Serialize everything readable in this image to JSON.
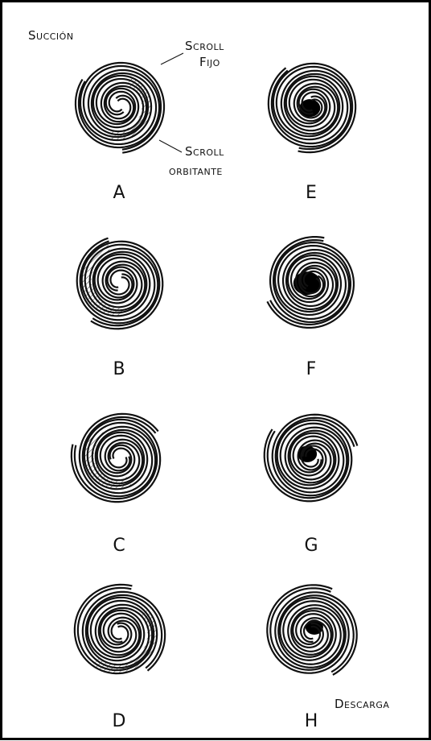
{
  "annotations": {
    "suction": "Succión",
    "fixed_scroll_line1": "Scroll",
    "fixed_scroll_line2": "Fijo",
    "orbiting_scroll_line1": "Scroll",
    "orbiting_scroll_line2": "orbitante",
    "discharge": "Descarga"
  },
  "panels": [
    {
      "label": "A",
      "pocket": "hatched-crescent-outer"
    },
    {
      "label": "B",
      "pocket": "hatched-crescent-lower"
    },
    {
      "label": "C",
      "pocket": "hatched-crescent-right"
    },
    {
      "label": "D",
      "pocket": "hatched-crescent-left"
    },
    {
      "label": "E",
      "pocket": "solid-center"
    },
    {
      "label": "F",
      "pocket": "solid-center"
    },
    {
      "label": "G",
      "pocket": "solid-center"
    },
    {
      "label": "H",
      "pocket": "solid-center"
    }
  ],
  "colors": {
    "line": "#111111",
    "hatch": "#555555",
    "fill": "#000000",
    "background": "#ffffff"
  }
}
